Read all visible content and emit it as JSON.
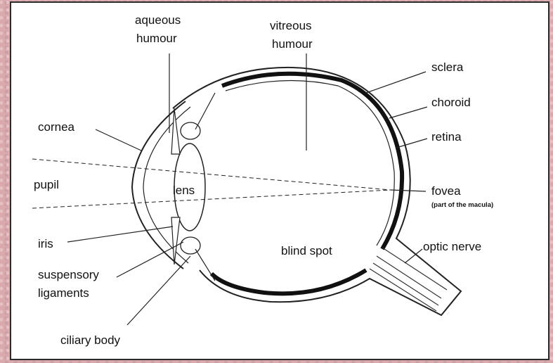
{
  "labels": {
    "aqueous_1": "aqueous",
    "aqueous_2": "humour",
    "vitreous_1": "vitreous",
    "vitreous_2": "humour",
    "sclera": "sclera",
    "choroid": "choroid",
    "retina": "retina",
    "cornea": "cornea",
    "pupil": "pupil",
    "lens": "lens",
    "fovea": "fovea",
    "fovea_note": "(part of the macula)",
    "iris": "iris",
    "blind_spot": "blind spot",
    "optic_nerve": "optic nerve",
    "suspensory_1": "suspensory",
    "suspensory_2": "ligaments",
    "ciliary_body": "ciliary body"
  },
  "colors": {
    "ink": "#111111",
    "background": "#d9a9ae",
    "panel": "#ffffff"
  }
}
